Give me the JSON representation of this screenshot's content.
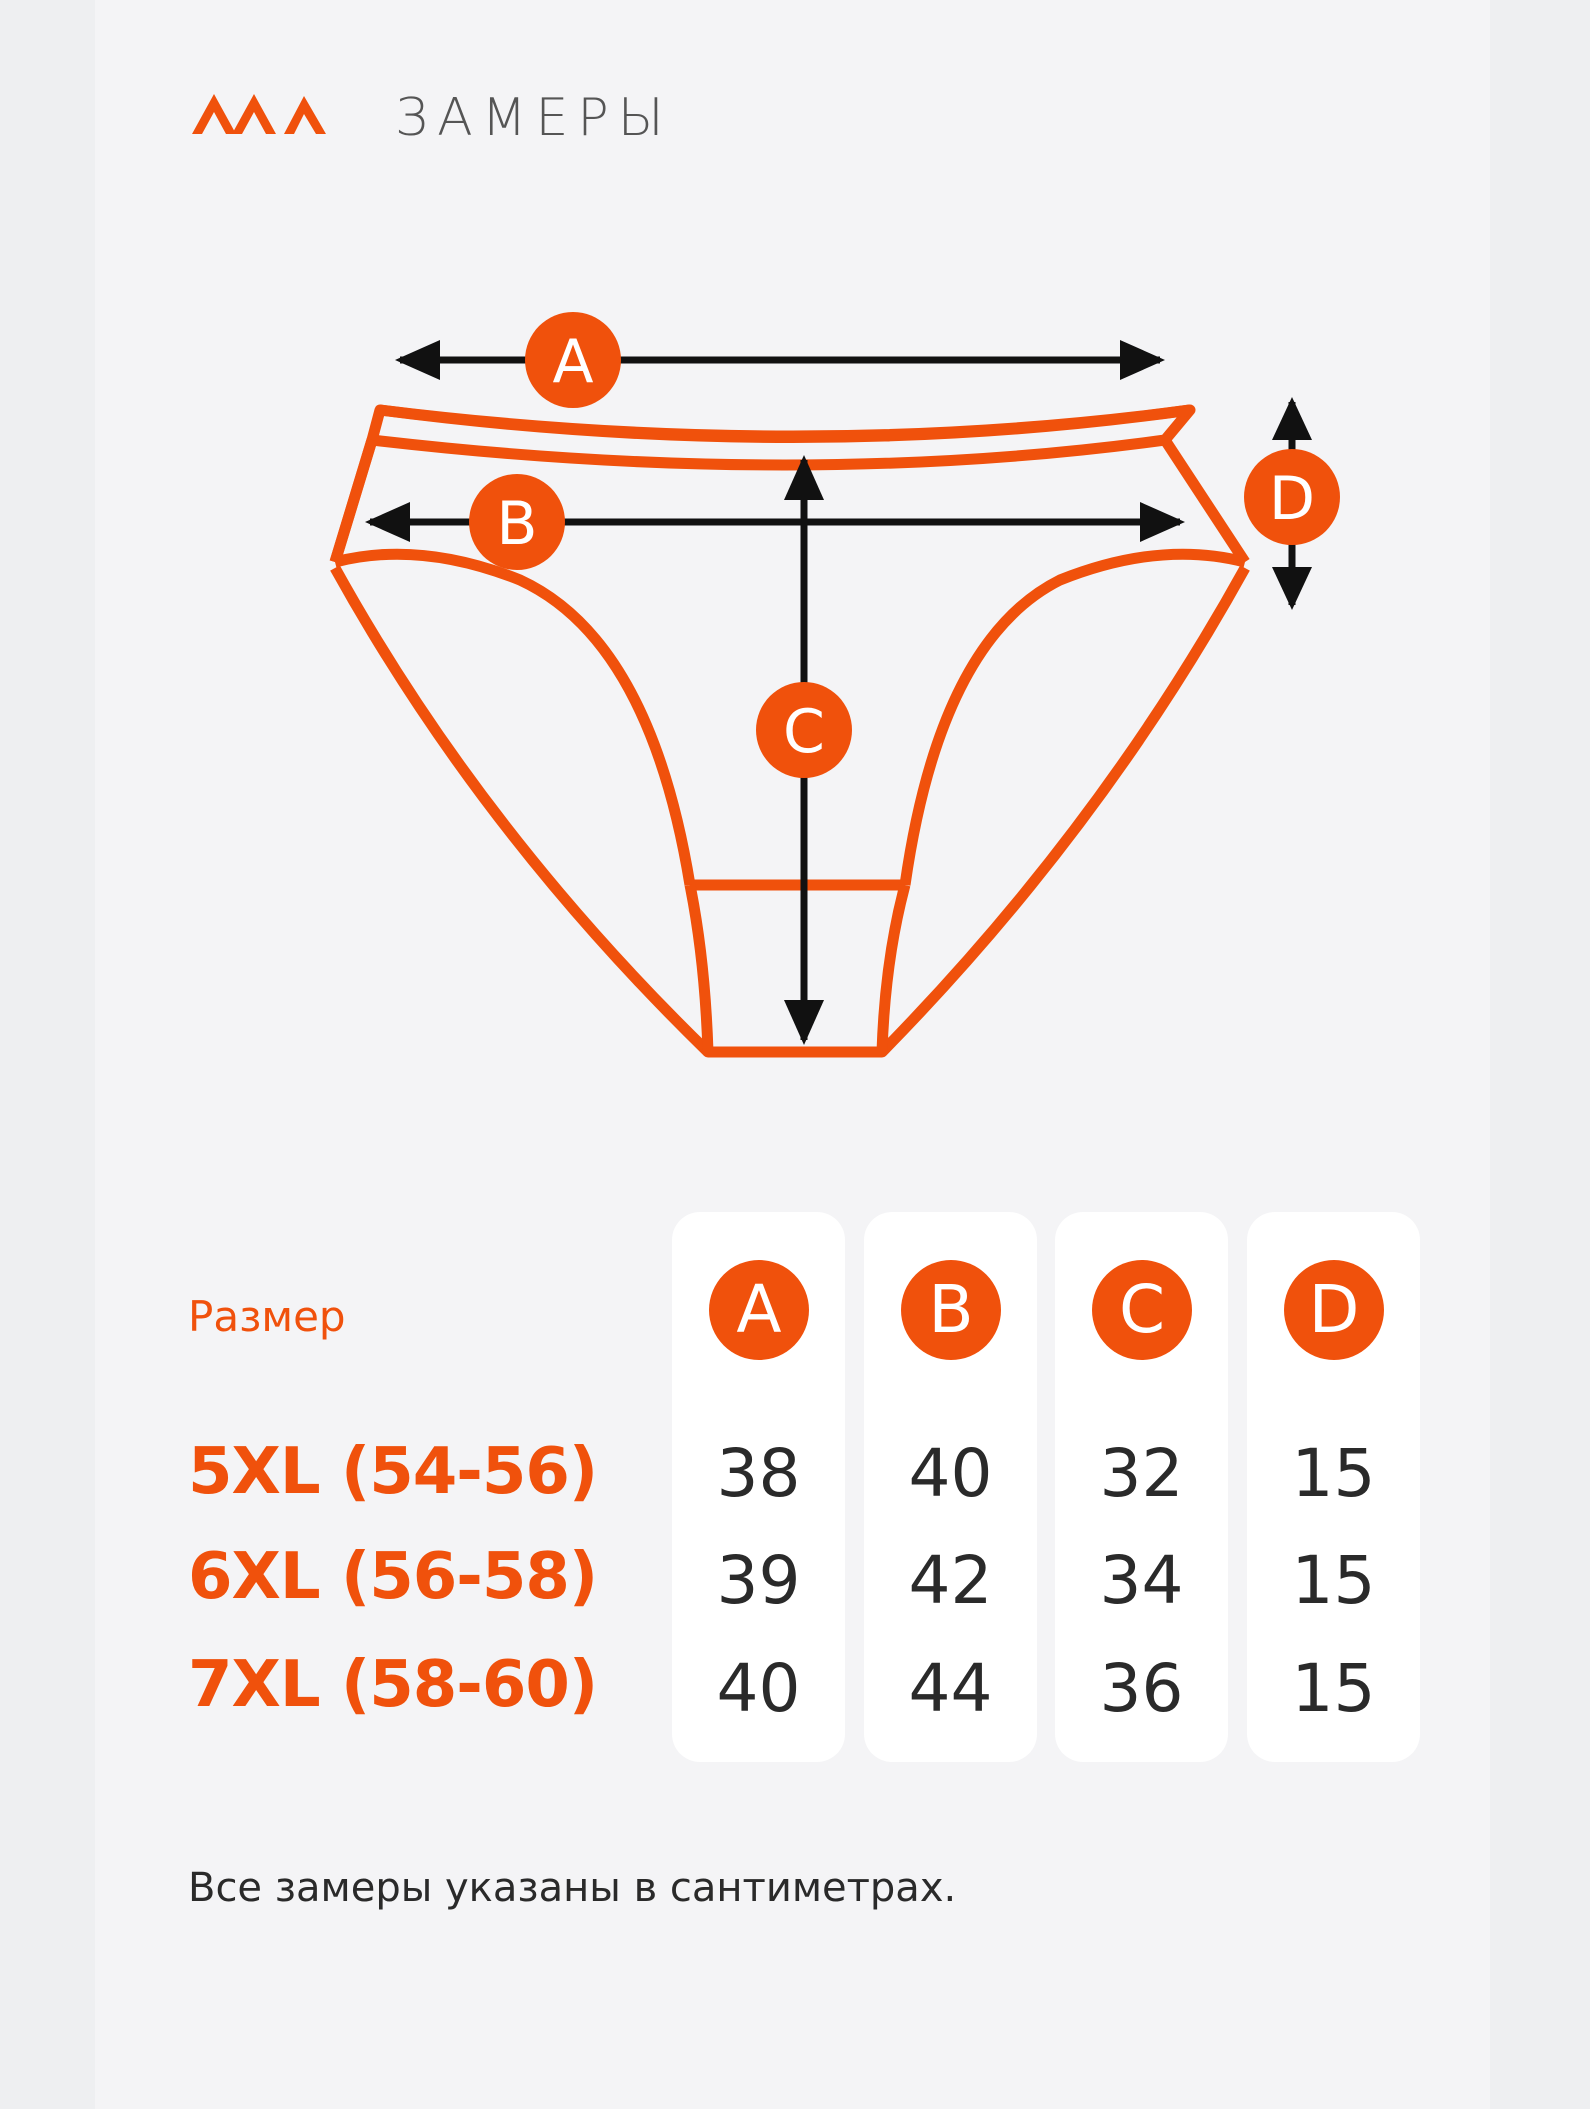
{
  "header": {
    "title": "ЗАМЕРЫ",
    "brand_color": "#f0510c"
  },
  "diagram": {
    "markers": {
      "a": "A",
      "b": "B",
      "c": "C",
      "d": "D"
    },
    "garment_color": "#f0510c",
    "arrow_color": "#111111"
  },
  "table": {
    "size_header": "Размер",
    "columns": [
      {
        "label": "A",
        "values": [
          "38",
          "39",
          "40"
        ]
      },
      {
        "label": "B",
        "values": [
          "40",
          "42",
          "44"
        ]
      },
      {
        "label": "C",
        "values": [
          "32",
          "34",
          "36"
        ]
      },
      {
        "label": "D",
        "values": [
          "15",
          "15",
          "15"
        ]
      }
    ],
    "rows": [
      "5XL (54-56)",
      "6XL (56-58)",
      "7XL (58-60)"
    ]
  },
  "footnote": "Все замеры указаны в сантиметрах."
}
